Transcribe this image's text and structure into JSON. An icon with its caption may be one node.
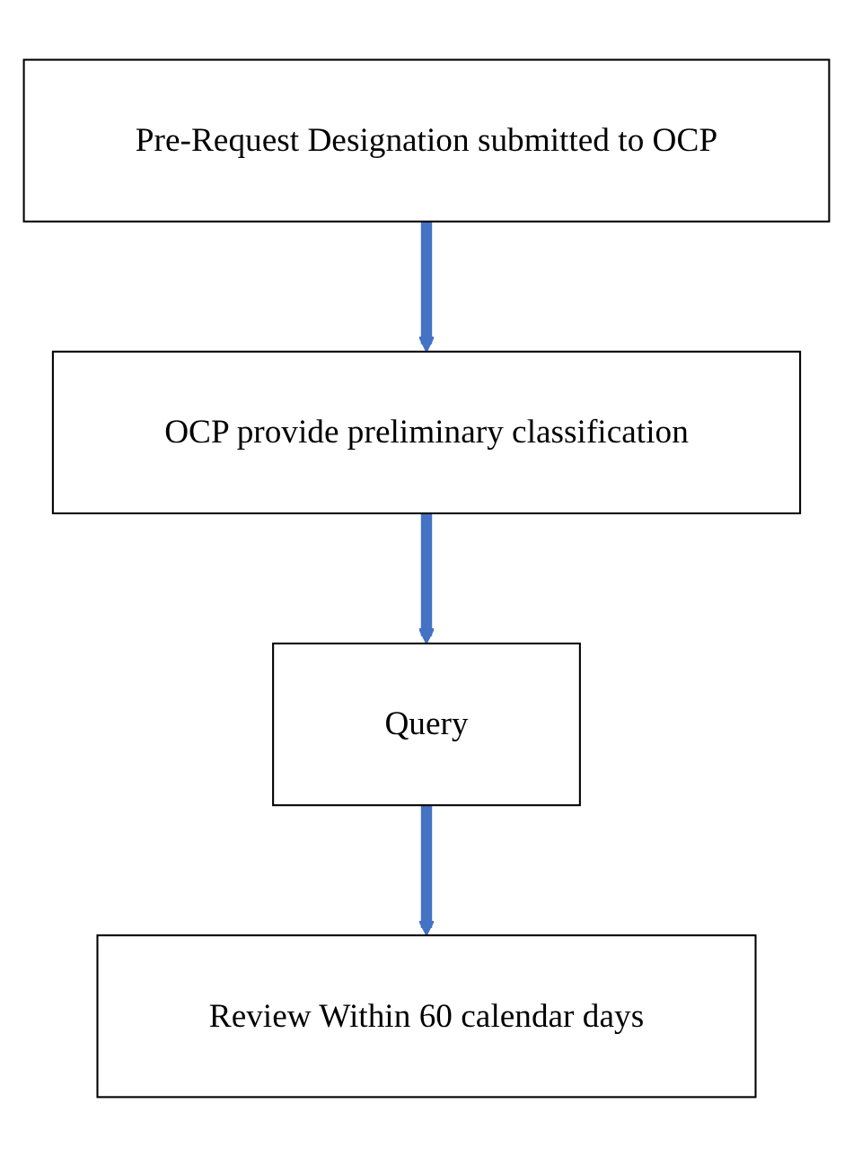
{
  "diagram": {
    "nodes": [
      {
        "text": [
          "Pre-Request Designation submitted to OCP"
        ]
      },
      {
        "text": [
          "OCP provide preliminary classification"
        ]
      },
      {
        "text": [
          "Query"
        ]
      },
      {
        "text": [
          "Review Within 60 calendar days"
        ]
      }
    ],
    "edges": [
      {
        "from": 0,
        "to": 1,
        "arrow": "to",
        "color": "#4472c4"
      },
      {
        "from": 1,
        "to": 2,
        "arrow": "to",
        "color": "#4472c4"
      },
      {
        "from": 2,
        "to": 3,
        "arrow": "to",
        "color": "#4472c4"
      }
    ]
  }
}
